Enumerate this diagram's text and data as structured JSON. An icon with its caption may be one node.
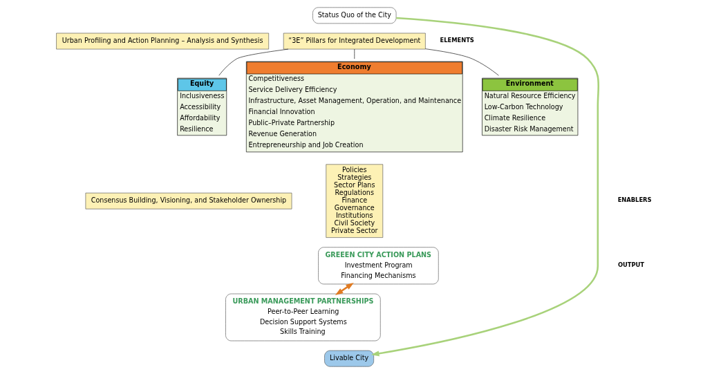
{
  "diagram": {
    "nodes": [
      {
        "text": [
          "Status Quo of the City"
        ]
      },
      {
        "text": [
          "“3E” Pillars for Integrated Development"
        ]
      },
      {
        "text": [
          "Economy",
          "Competitiveness",
          "Service Delivery Efficiency",
          "Infrastructure, Asset Management, Operation, and Maintenance",
          "Financial Innovation",
          "Public–Private Partnership",
          "Revenue Generation",
          "Entrepreneurship and Job Creation"
        ]
      },
      {
        "text": [
          "Environment",
          "Natural Resource Efficiency",
          "Low-Carbon Technology",
          "Climate Resilience",
          "Disaster Risk Management"
        ]
      },
      {
        "text": [
          "Equity",
          "Inclusiveness",
          "Accessibility",
          "Affordability",
          "Resilience"
        ]
      },
      {
        "text": [
          "Policies",
          "Strategies",
          "Sector Plans",
          "Regulations",
          "Finance",
          "Governance",
          "Institutions",
          "Civil Society",
          "Private Sector"
        ]
      },
      {
        "text": [
          "GREEEN CITY ACTION PLANS",
          "Investment Program",
          "Financing Mechanisms"
        ]
      },
      {
        "text": [
          "URBAN MANAGEMENT PARTNERSHIPS",
          "Peer-to-Peer Learning",
          "Decision Support Systems",
          "Skills Training"
        ]
      },
      {
        "text": [
          "Livable City"
        ]
      },
      {
        "text": [
          "Urban Profiling and Action Planning – Analysis and Synthesis"
        ]
      },
      {
        "text": [
          "Consensus Building, Visioning, and Stakeholder Ownership"
        ]
      }
    ],
    "edges": [
      {
        "from": 1,
        "to": 2,
        "arrow": "none"
      },
      {
        "from": 1,
        "to": 3,
        "arrow": "none"
      },
      {
        "from": 1,
        "to": 4,
        "arrow": "none"
      },
      {
        "from": 6,
        "to": 7,
        "arrow": "both",
        "color": "#e07b22",
        "style": "thick"
      },
      {
        "from": 0,
        "to": 8,
        "arrow": "to",
        "color": "#a8d27a",
        "style": "thick"
      }
    ],
    "labels": [
      "ELEMENTS",
      "ENABLERS",
      "OUTPUT"
    ]
  }
}
